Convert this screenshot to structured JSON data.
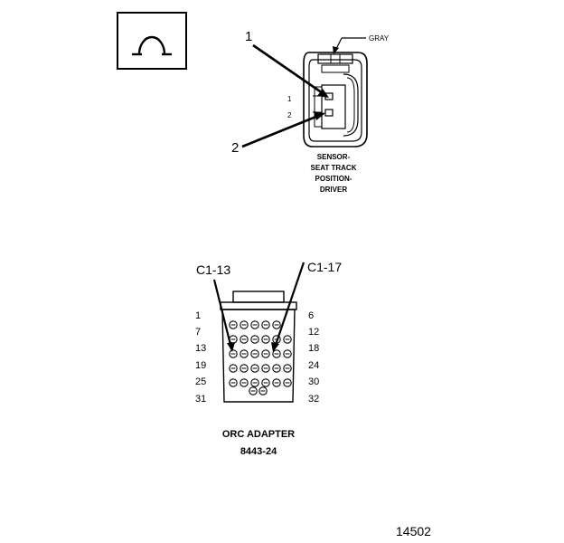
{
  "ohm_icon": {
    "symbol": "ohm-meter-icon"
  },
  "sensor_connector": {
    "wire_color_label": "GRAY",
    "callout_1": "1",
    "callout_2": "2",
    "pin_label_1": "1",
    "pin_label_2": "2",
    "caption_lines": [
      "SENSOR-",
      "SEAT TRACK",
      "POSITION-",
      "DRIVER"
    ]
  },
  "orc_adapter": {
    "callout_left": "C1-13",
    "callout_right": "C1-17",
    "left_row_labels": [
      "1",
      "7",
      "13",
      "19",
      "25",
      "31"
    ],
    "right_row_labels": [
      "6",
      "12",
      "18",
      "24",
      "30",
      "32"
    ],
    "title": "ORC ADAPTER",
    "part_number": "8443-24"
  },
  "figure_number": "14502",
  "colors": {
    "line": "#000000",
    "background": "#ffffff"
  }
}
